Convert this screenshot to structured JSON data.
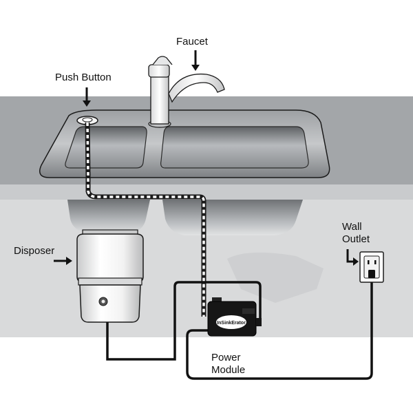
{
  "labels": {
    "faucet": "Faucet",
    "push_button": "Push Button",
    "disposer": "Disposer",
    "wall_outlet_line1": "Wall",
    "wall_outlet_line2": "Outlet",
    "power_module_line1": "Power",
    "power_module_line2": "Module",
    "module_brand": "InSinkErator"
  },
  "colors": {
    "counter": "#9fa2a5",
    "cabinet": "#d6d7d8",
    "steel_light": "#e9eaeb",
    "steel_dark": "#5b5e61",
    "outline": "#1a1a1a",
    "cord": "#111111"
  }
}
